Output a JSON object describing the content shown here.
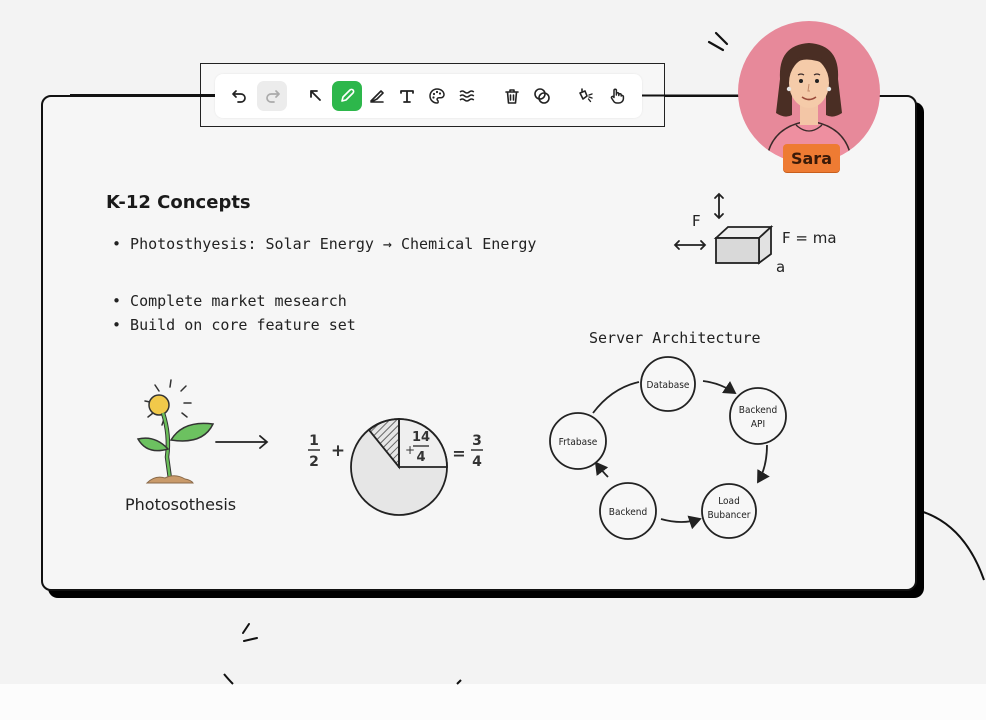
{
  "toolbar": {
    "tools": [
      {
        "name": "undo",
        "icon": "undo-icon",
        "state": "enabled"
      },
      {
        "name": "redo",
        "icon": "redo-icon",
        "state": "disabled"
      },
      {
        "name": "select",
        "icon": "pointer-arrow-icon",
        "state": "enabled"
      },
      {
        "name": "pen",
        "icon": "pencil-icon",
        "state": "active"
      },
      {
        "name": "highlighter",
        "icon": "highlighter-icon",
        "state": "enabled"
      },
      {
        "name": "text",
        "icon": "text-icon",
        "state": "enabled"
      },
      {
        "name": "color",
        "icon": "palette-icon",
        "state": "enabled"
      },
      {
        "name": "stroke",
        "icon": "wavy-lines-icon",
        "state": "enabled"
      },
      {
        "name": "delete",
        "icon": "trash-icon",
        "state": "enabled"
      },
      {
        "name": "shapes",
        "icon": "overlapping-circles-icon",
        "state": "enabled"
      },
      {
        "name": "laser",
        "icon": "laser-pointer-icon",
        "state": "enabled"
      },
      {
        "name": "pan",
        "icon": "hand-icon",
        "state": "enabled"
      }
    ],
    "accent_color": "#2db74b"
  },
  "participant": {
    "name": "Sara",
    "avatar_bg": "#e7899a",
    "tag_color": "#ee7b33"
  },
  "board": {
    "heading": "K-12 Concepts",
    "bullets": [
      "• Photosthyesis: Solar Energy → Chemical Energy",
      "• Complete market mesearch",
      "• Build on core feature set"
    ],
    "physics": {
      "force_label": "F",
      "equation": "F = ma",
      "accel_label": "a"
    },
    "plant": {
      "caption": "Photosothesis"
    },
    "fractions": {
      "left_num": "1",
      "left_den": "2",
      "plus": "+",
      "pie_plus": "+",
      "pie_num": "14",
      "pie_den": "4",
      "equals": "=",
      "result_num": "3",
      "result_den": "4"
    },
    "architecture": {
      "title": "Server Architecture",
      "nodes": [
        {
          "line1": "Database",
          "line2": ""
        },
        {
          "line1": "Backend",
          "line2": "API"
        },
        {
          "line1": "Load",
          "line2": "Bubancer"
        },
        {
          "line1": "Backend",
          "line2": ""
        },
        {
          "line1": "Frtabase",
          "line2": ""
        }
      ]
    }
  }
}
